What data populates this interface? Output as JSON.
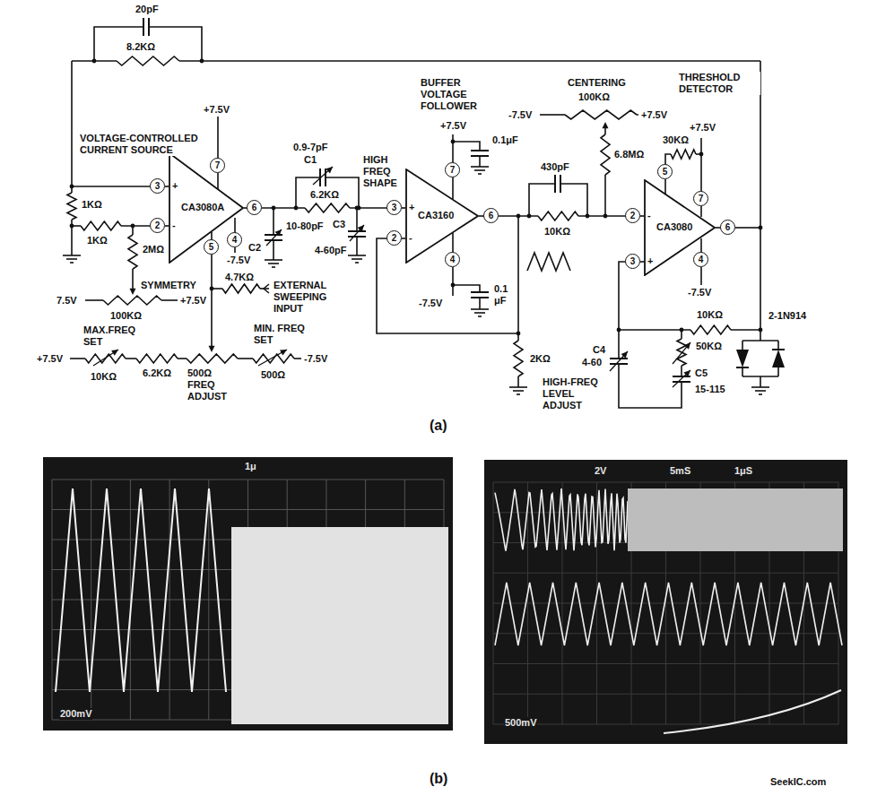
{
  "diagram": {
    "nodes": [
      {
        "text": [
          "+",
          "-",
          "CA3080A"
        ]
      },
      {
        "text": [
          "+",
          "-",
          "CA3160"
        ]
      },
      {
        "text": [
          "-",
          "+",
          "CA3080"
        ]
      }
    ],
    "labels": [
      "20pF",
      "8.2KΩ",
      "VOLTAGE-CONTROLLED CURRENT SOURCE",
      "+7.5V",
      "7",
      "3",
      "2",
      "6",
      "5",
      "4",
      "-7.5V",
      "1KΩ",
      "1KΩ",
      "2MΩ",
      "7.5V",
      "SYMMETRY",
      "+7.5V",
      "100KΩ",
      "4.7KΩ",
      "EXTERNAL SWEEPING INPUT",
      "+7.5V",
      "MAX.FREQ SET",
      "10KΩ",
      "6.2KΩ",
      "500Ω FREQ ADJUST",
      "MIN. FREQ SET",
      "500Ω",
      "-7.5V",
      "0.9-7pF",
      "C1",
      "6.2KΩ",
      "10-80pF",
      "C2",
      "HIGH FREQ SHAPE",
      "4-60pF",
      "C3",
      "BUFFER VOLTAGE FOLLOWER",
      "+7.5V",
      "0.1μF",
      "7",
      "3",
      "2",
      "6",
      "4",
      "0.1 μF",
      "-7.5V",
      "2KΩ",
      "CENTERING",
      "-7.5V",
      "100KΩ",
      "+7.5V",
      "430pF",
      "6.8MΩ",
      "10KΩ",
      "THRESHOLD DETECTOR",
      "+7.5V",
      "30KΩ",
      "5",
      "7",
      "2",
      "3",
      "6",
      "4",
      "-7.5V",
      "10KΩ",
      "2-1N914",
      "C4",
      "4-60",
      "HIGH-FREQ LEVEL ADJUST",
      "50KΩ",
      "C5",
      "15-115",
      "(a)",
      "1μ",
      "200mV",
      "2V",
      "5mS",
      "1μS",
      "500mV",
      "(b)",
      "SeekIC.com"
    ]
  }
}
